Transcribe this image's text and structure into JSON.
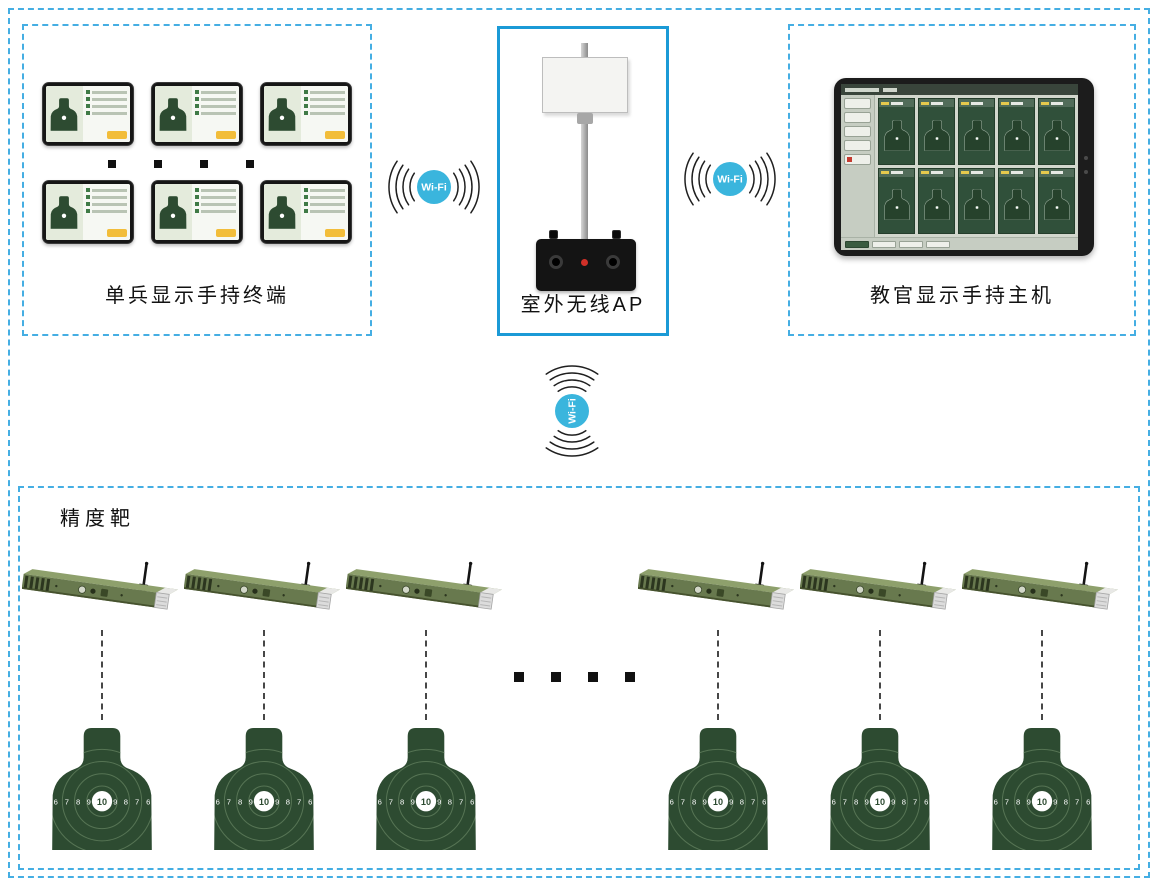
{
  "colors": {
    "frame-blue": "#45aee3",
    "ap-blue": "#1b9ad6",
    "wifi-cyan": "#3ab5dd",
    "target-green": "#2d4b31",
    "device-green": "#68794e"
  },
  "boxes": {
    "terminals": {
      "label": "单兵显示手持终端"
    },
    "ap": {
      "label": "室外无线AP"
    },
    "instructor": {
      "label": "教官显示手持主机"
    },
    "targets": {
      "label": "精度靶"
    }
  },
  "wifi": {
    "label": "Wi-Fi"
  },
  "target": {
    "ring_numbers": [
      "6",
      "7",
      "8",
      "9",
      "10",
      "9",
      "8",
      "7",
      "6"
    ]
  },
  "counts": {
    "terminal_tablets": 6,
    "target_lanes": 6,
    "instructor_cards": 10
  }
}
